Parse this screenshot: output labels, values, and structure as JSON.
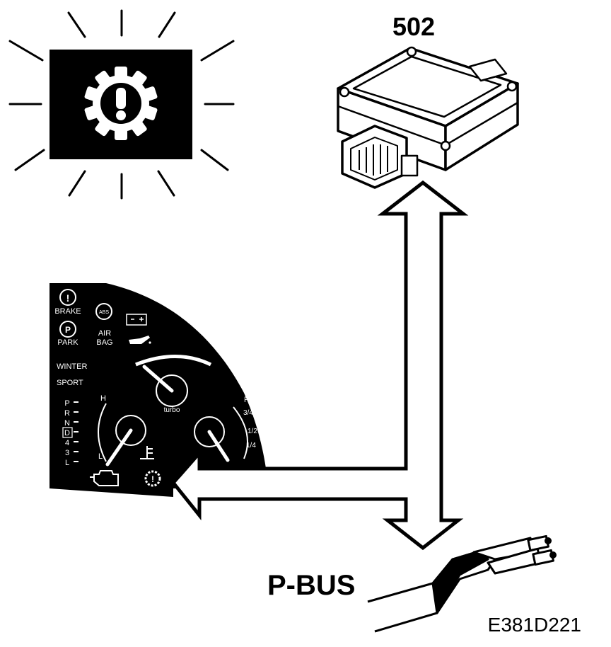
{
  "labels": {
    "module_number": "502",
    "bus_name": "P-BUS",
    "figure_code": "E381D221"
  },
  "cluster": {
    "brake": "BRAKE",
    "park": "PARK",
    "abs": "ABS",
    "air": "AIR",
    "bag": "BAG",
    "winter": "WINTER",
    "sport": "SPORT",
    "turbo": "turbo",
    "temp_hot": "H",
    "temp_low": "L",
    "fuel_full": "F",
    "fuel_three_quarter": "3/4",
    "fuel_half": "1/2",
    "fuel_quarter": "1/4",
    "gears": [
      "P",
      "R",
      "N",
      "D",
      "4",
      "3",
      "L"
    ]
  },
  "icons": [
    "warning-lamp-icon",
    "control-module-icon",
    "instrument-cluster-icon",
    "p-bus-cable-icon"
  ]
}
